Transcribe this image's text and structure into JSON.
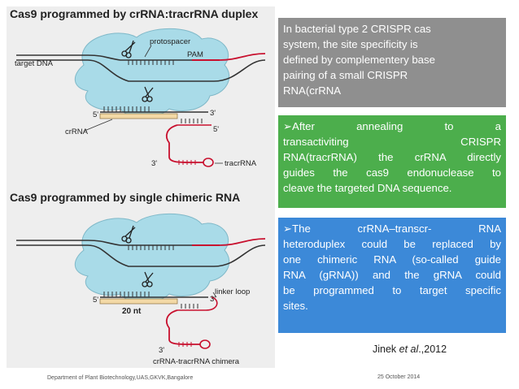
{
  "figure": {
    "top_title": "Cas9 programmed by crRNA:tracrRNA duplex",
    "bottom_title": "Cas9 programmed by single chimeric RNA",
    "labels": {
      "protospacer": "protospacer",
      "target_dna": "target DNA",
      "pam": "PAM",
      "crrna": "crRNA",
      "tracrrna": "tracrRNA",
      "linker_loop": "linker loop",
      "twenty_nt": "20 nt",
      "chimera": "crRNA-tracrRNA chimera",
      "five_prime": "5'",
      "three_prime": "3'"
    },
    "colors": {
      "cas9": "#a9dbe8",
      "crrna_bar": "#f3d9a6",
      "tracrrna": "#c8102e",
      "pam": "#c8102e"
    }
  },
  "boxes": {
    "box1": {
      "lines": [
        "In bacterial type 2 CRISPR cas",
        "system, the site specificity is",
        "defined by complementery base",
        "pairing of a small CRISPR",
        "RNA(crRNA"
      ],
      "color": "#8f8f8f"
    },
    "box2": {
      "lines": [
        "➢After annealing to a",
        "transactiviting CRISPR",
        "RNA(tracrRNA) the crRNA directly",
        "guides the cas9 endonuclease to",
        "cleave the targeted DNA sequence."
      ],
      "color": "#4cae4c"
    },
    "box3": {
      "lines": [
        "➢The crRNA–transcr- RNA",
        "heteroduplex could be replaced by",
        "one chimeric RNA (so-called guide",
        "RNA (gRNA)) and the gRNA could",
        "be programmed to target specific",
        "sites."
      ],
      "color": "#3c89d8"
    }
  },
  "citation": {
    "authors": "Jinek ",
    "etal": "et al",
    "year": ".,2012"
  },
  "footer": {
    "department": "Department of Plant Biotechnology,UAS,GKVK,Bangalore",
    "date": "25 October 2014"
  }
}
